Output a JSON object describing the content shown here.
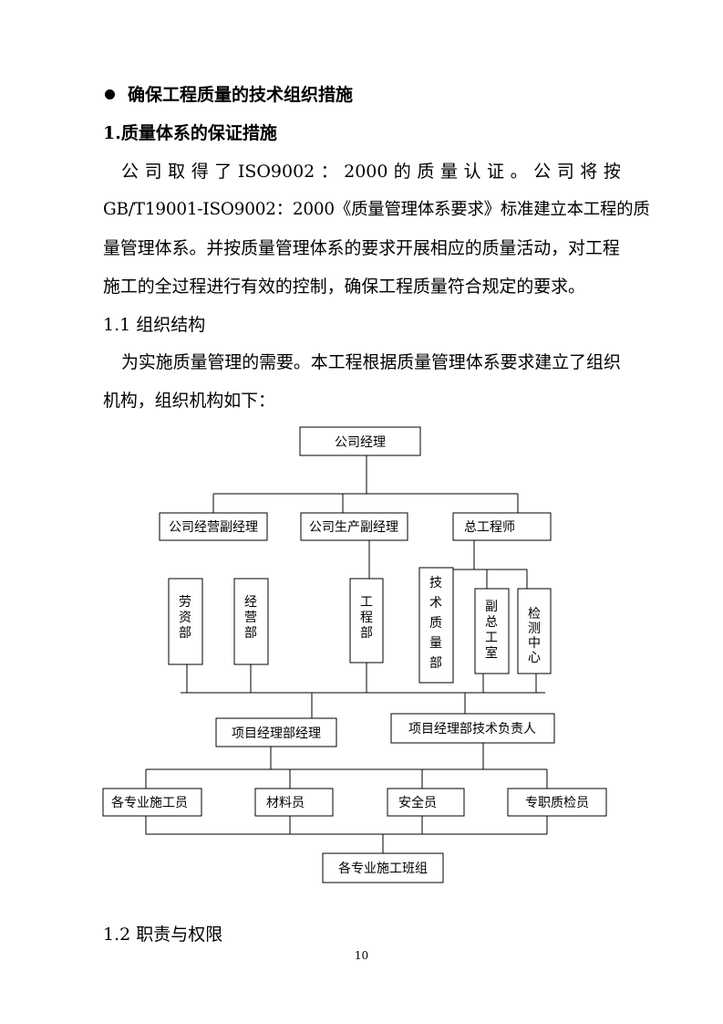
{
  "heading": {
    "bullet": "●",
    "text": "确保工程质量的技术组织措施"
  },
  "section1": {
    "title": "1.质量体系的保证措施"
  },
  "para1": {
    "line1": [
      "公",
      "司",
      "取",
      "得",
      "了",
      "ISO9002",
      "：",
      "2000",
      "的",
      "质",
      "量",
      "认",
      "证",
      "。",
      "公",
      "司",
      "将",
      "按"
    ],
    "line2": "GB/T19001-ISO9002：2000《质量管理体系要求》标准建立本工程的质",
    "line3": "量管理体系。并按质量管理体系的要求开展相应的质量活动，对工程",
    "line4": "施工的全过程进行有效的控制，确保工程质量符合规定的要求。"
  },
  "section11": {
    "title": "1.1 组织结构"
  },
  "para2": {
    "line1": "为实施质量管理的需要。本工程根据质量管理体系要求建立了组织",
    "line2": "机构，组织机构如下："
  },
  "org_chart": {
    "company_manager": "公司经理",
    "deputy_business": "公司经营副经理",
    "deputy_production": "公司生产副经理",
    "chief_engineer": "总工程师",
    "labor_dept": "劳资部",
    "business_dept": "经营部",
    "engineering_dept": "工程部",
    "tech_quality_dept": "技术质量部",
    "deputy_chief_office": "副总工室",
    "testing_center": "检测中心",
    "project_manager": "项目经理部经理",
    "project_tech_lead": "项目经理部技术负责人",
    "construction_staff": "各专业施工员",
    "materials_staff": "材料员",
    "safety_staff": "安全员",
    "quality_inspector": "专职质检员",
    "work_teams": "各专业施工班组"
  },
  "section12": {
    "title": "1.2 职责与权限"
  },
  "page_number": "10"
}
